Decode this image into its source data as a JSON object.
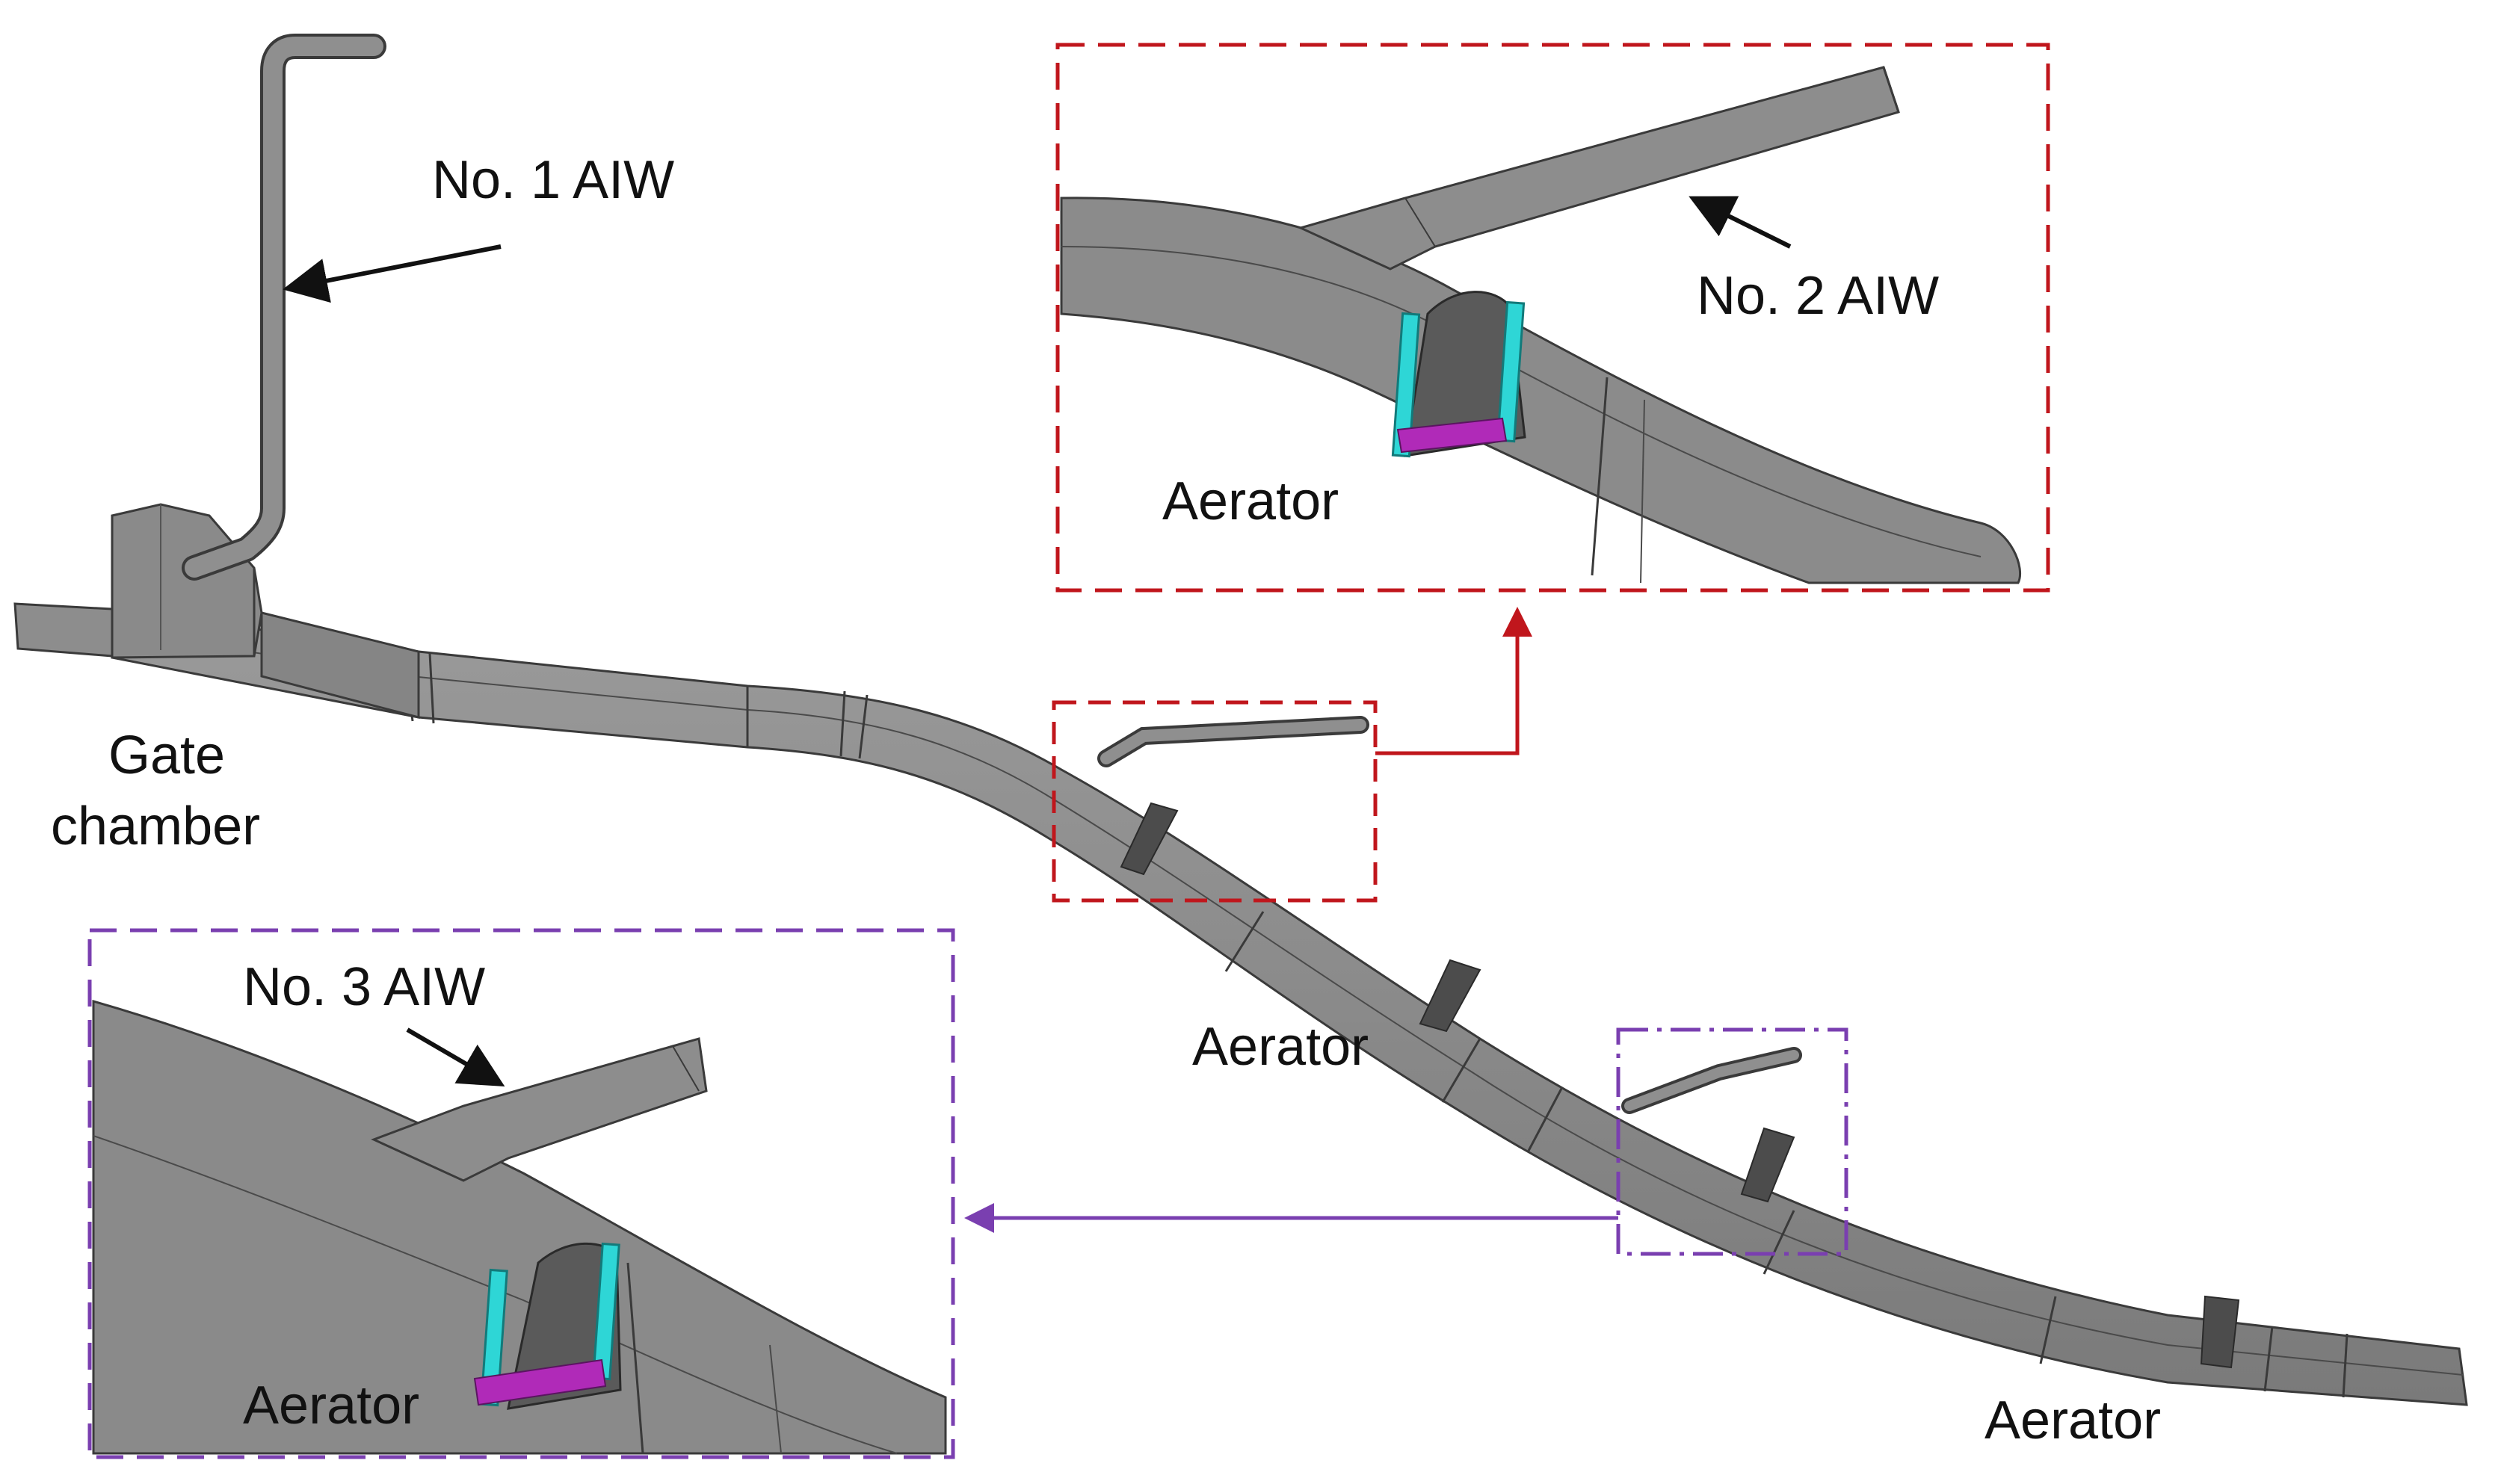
{
  "labels": {
    "aiw1": "No. 1 AIW",
    "aiw2": "No. 2 AIW",
    "aiw3": "No. 3 AIW",
    "gate_line1": "Gate",
    "gate_line2": "chamber",
    "aerator_inset_red": "Aerator",
    "aerator_mid": "Aerator",
    "aerator_inset_purple": "Aerator",
    "aerator_end": "Aerator"
  },
  "colors": {
    "tunnel_fill": "#8a8a8a",
    "tunnel_dark": "#6e6e6e",
    "tunnel_edge": "#3a3a3a",
    "red_box": "#c0161c",
    "purple_box": "#7a3fb0",
    "aerator_cyan": "#2ed6d6",
    "aerator_magenta": "#b02ab8",
    "arrow": "#111111"
  }
}
